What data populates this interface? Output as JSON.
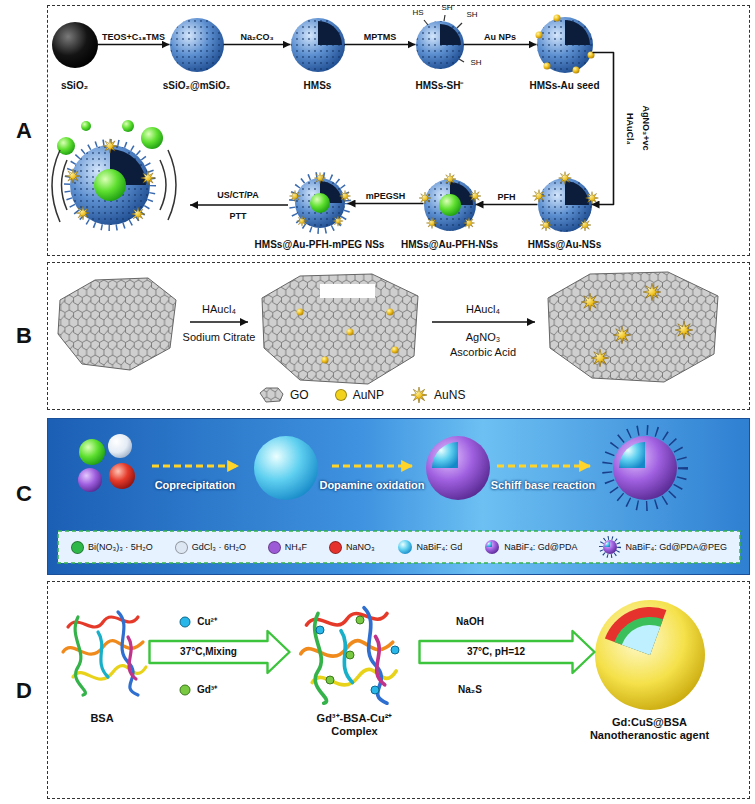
{
  "diagram": {
    "nodes": [
      {
        "text": [
          "A"
        ]
      },
      {
        "text": [
          "sSiO₂"
        ],
        "in": 0
      },
      {
        "text": [
          "sSiO₂@mSiO₂"
        ],
        "in": 0
      },
      {
        "text": [
          "HMSs"
        ],
        "in": 0
      },
      {
        "text": [
          "HMSs-SH⁻"
        ],
        "in": 0
      },
      {
        "text": [
          "HMSs-Au seed"
        ],
        "in": 0
      },
      {
        "text": [
          "HMSs@Au-NSs"
        ],
        "in": 0
      },
      {
        "text": [
          "HMSs@Au-PFH-NSs"
        ],
        "in": 0
      },
      {
        "text": [
          "HMSs@Au-PFH-mPEG NSs"
        ],
        "in": 0
      },
      {
        "text": [
          "B"
        ]
      },
      {
        "text": [
          "C"
        ]
      },
      {
        "text": [
          "D"
        ]
      },
      {
        "text": [
          "BSA"
        ],
        "in": 11
      },
      {
        "text": [
          "Gd³⁺-BSA-Cu²⁺ Complex"
        ],
        "in": 11
      },
      {
        "text": [
          "Gd:CuS@BSA Nanotheranostic agent"
        ],
        "in": 11
      }
    ],
    "edges": [
      {
        "from": 1,
        "to": 2,
        "arrow": "to",
        "label": "TEOS+C₁₈TMS"
      },
      {
        "from": 2,
        "to": 3,
        "arrow": "to",
        "label": "Na₂CO₃"
      },
      {
        "from": 3,
        "to": 4,
        "arrow": "to",
        "label": "MPTMS"
      },
      {
        "from": 4,
        "to": 5,
        "arrow": "to",
        "label": "Au NPs"
      },
      {
        "from": 5,
        "to": 6,
        "arrow": "to",
        "label": "HAuCl₄"
      },
      {
        "from": 6,
        "to": 7,
        "arrow": "to",
        "label": "PFH"
      },
      {
        "from": 7,
        "to": 8,
        "arrow": "to",
        "label": "mPEGSH"
      },
      {
        "from": 12,
        "to": 13,
        "arrow": "to",
        "label": "37°C,Mixing"
      },
      {
        "from": 13,
        "to": 14,
        "arrow": "to",
        "label": "37°C, pH=12"
      }
    ],
    "labels": [
      "HS",
      "SH",
      "SH",
      "SH",
      "AgNO₃+vc",
      "US/CT/PA",
      "PTT",
      "HAucl₄",
      "Sodium Citrate",
      "HAucl₄",
      "AgNO₃",
      "Ascorbic Acid",
      "Coprecipitation",
      "Dopamine oxidation",
      "Schiff base reaction",
      "Cu²⁺",
      "Gd³⁺",
      "NaOH",
      "Na₂S"
    ],
    "legend": [
      {
        "text": "GO"
      },
      {
        "text": "AuNP",
        "color": "#f2d21b"
      },
      {
        "text": "AuNS"
      },
      {
        "text": "Bi(NO₃)₃ · 5H₂O",
        "color": "#2fb84a"
      },
      {
        "text": "GdCl₃ · 6H₂O",
        "color": "#dde7f3"
      },
      {
        "text": "NH₄F",
        "color": "#9d5ad6"
      },
      {
        "text": "NaNO₃",
        "color": "#e5322d"
      },
      {
        "text": "NaBiF₄: Gd"
      },
      {
        "text": "NaBiF₄: Gd@PDA"
      },
      {
        "text": "NaBiF₄: Gd@PDA@PEG"
      }
    ]
  }
}
